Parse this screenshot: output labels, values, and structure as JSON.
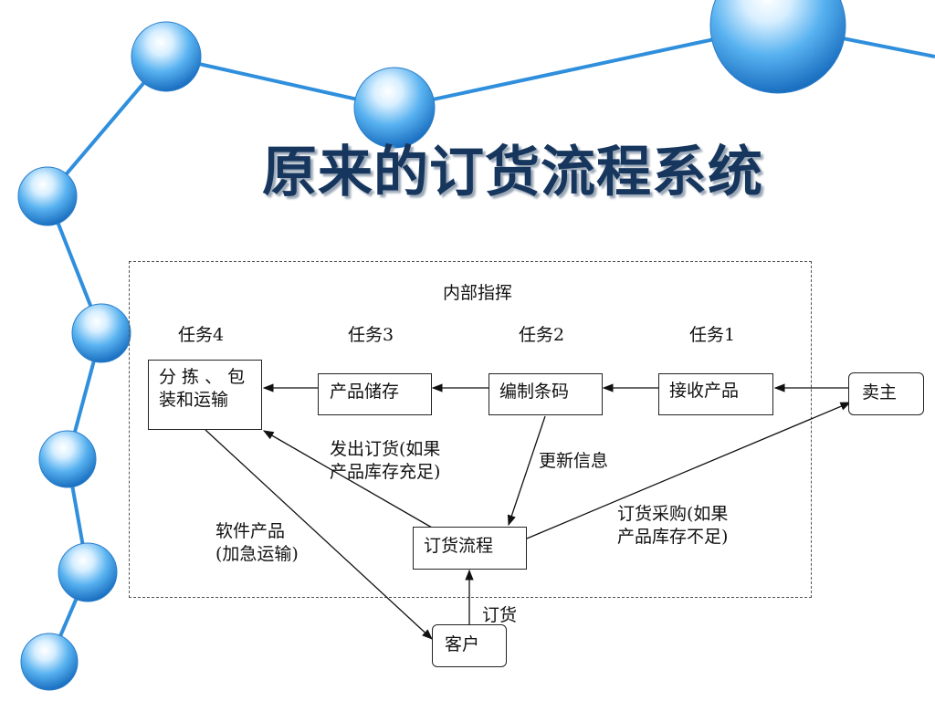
{
  "slide": {
    "title": "原来的订货流程系统"
  },
  "diagram": {
    "group_label": "内部指挥",
    "tasks": {
      "task4": "任务4",
      "task3": "任务3",
      "task2": "任务2",
      "task1": "任务1"
    },
    "nodes": {
      "sort_ship": {
        "line1": "分 拣 、 包",
        "line2": "装和运输"
      },
      "storage": "产品储存",
      "barcode": "编制条码",
      "receive": "接收产品",
      "seller": "卖主",
      "order_process": "订货流程",
      "customer": "客户"
    },
    "edge_labels": {
      "dispatch": {
        "line1": "发出订货(如果",
        "line2": "产品库存充足)"
      },
      "update": "更新信息",
      "purchase": {
        "line1": "订货采购(如果",
        "line2": "产品库存不足)"
      },
      "software": {
        "line1": "软件产品",
        "line2": "(加急运输)"
      },
      "order": "订货"
    }
  },
  "colors": {
    "title": "#17365d",
    "bead": "#3a9be0",
    "string": "#2f8fdc"
  }
}
